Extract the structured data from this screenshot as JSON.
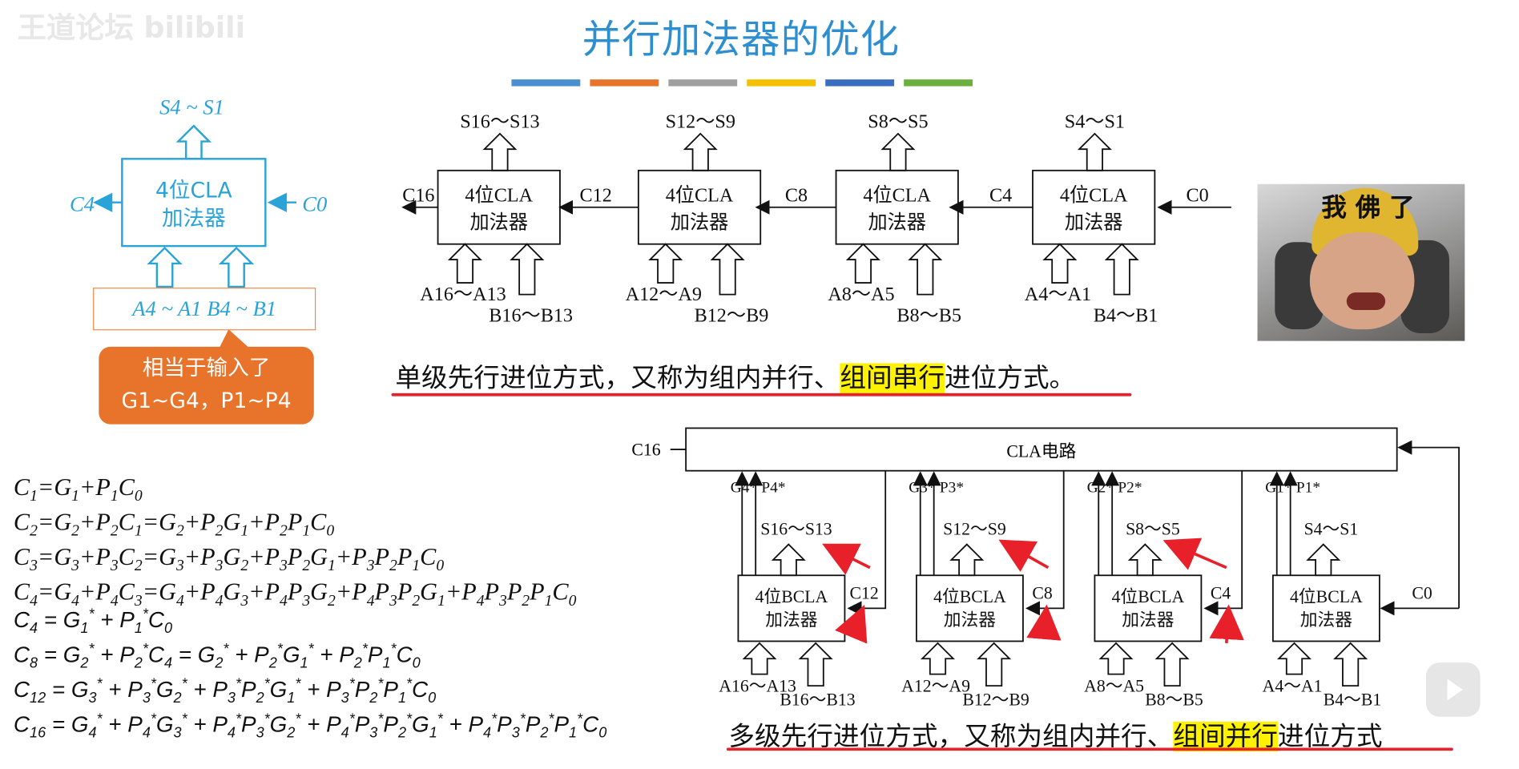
{
  "watermark": "王道论坛 bilibili",
  "title": "并行加法器的优化",
  "colors": {
    "title": "#2e8fd0",
    "bars": [
      "#4a90d0",
      "#e8732a",
      "#a0a0a0",
      "#f5c000",
      "#3a6cc0",
      "#6bb03f"
    ],
    "highlight": "#fff200",
    "underline": "#e8202a",
    "callout": "#e8732a",
    "cla_blue": "#2aa3d8"
  },
  "left_block": {
    "output": "S4 ~ S1",
    "box_line1": "4位CLA",
    "box_line2": "加法器",
    "carry_out": "C4",
    "carry_in": "C0",
    "input_box": "A4 ~ A1  B4 ~ B1",
    "callout_line1": "相当于输入了",
    "callout_line2": "G1~G4，P1~P4"
  },
  "single_level": {
    "box_line1": "4位CLA",
    "box_line2": "加法器",
    "outputs": [
      "S16～S13",
      "S12～S9",
      "S8～S5",
      "S4～S1"
    ],
    "carries": [
      "C16",
      "C12",
      "C8",
      "C4",
      "C0"
    ],
    "a_inputs": [
      "A16～A13",
      "A12～A9",
      "A8～A5",
      "A4～A1"
    ],
    "b_inputs": [
      "B16～B13",
      "B12～B9",
      "B8～B5",
      "B4～B1"
    ],
    "caption_pre": "单级先行进位方式，又称为组内并行、",
    "caption_hl": "组间串行",
    "caption_post": "进位方式。"
  },
  "meme": {
    "text": "我 佛 了"
  },
  "equations_1": [
    "C1=G1+P1C0",
    "C2=G2+P2C1=G2+P2G1+P2P1C0",
    "C3=G3+P3C2=G3+P3G2+P3P2G1+P3P2P1C0",
    "C4=G4+P4C3=G4+P4G3+P4P3G2+P4P3P2G1+P4P3P2P1C0"
  ],
  "equations_2": [
    "C4 = G1* + P1*C0",
    "C8 = G2* + P2*C4 = G2* + P2*G1* + P2*P1*C0",
    "C12 = G3* + P3*G2* + P3*P2*G1* + P3*P2*P1*C0",
    "C16 = G4* + P4*G3* + P4*P3*G2* + P4*P3*P2*G1* + P4*P3*P2*P1*C0"
  ],
  "multi_level": {
    "cla_label": "CLA电路",
    "c16": "C16",
    "box_line1": "4位BCLA",
    "box_line2": "加法器",
    "g_labels": [
      "G4*",
      "G3*",
      "G2*",
      "G1*"
    ],
    "p_labels": [
      "P4*",
      "P3*",
      "P2*",
      "P1*"
    ],
    "outputs": [
      "S16～S13",
      "S12～S9",
      "S8～S5",
      "S4～S1"
    ],
    "carries": [
      "C12",
      "C8",
      "C4",
      "C0"
    ],
    "a_inputs": [
      "A16～A13",
      "A12～A9",
      "A8～A5",
      "A4～A1"
    ],
    "b_inputs": [
      "B16～B13",
      "B12～B9",
      "B8～B5",
      "B4～B1"
    ],
    "caption_pre": "多级先行进位方式，又称为组内并行、",
    "caption_hl": "组间并行",
    "caption_post": "进位方式"
  }
}
